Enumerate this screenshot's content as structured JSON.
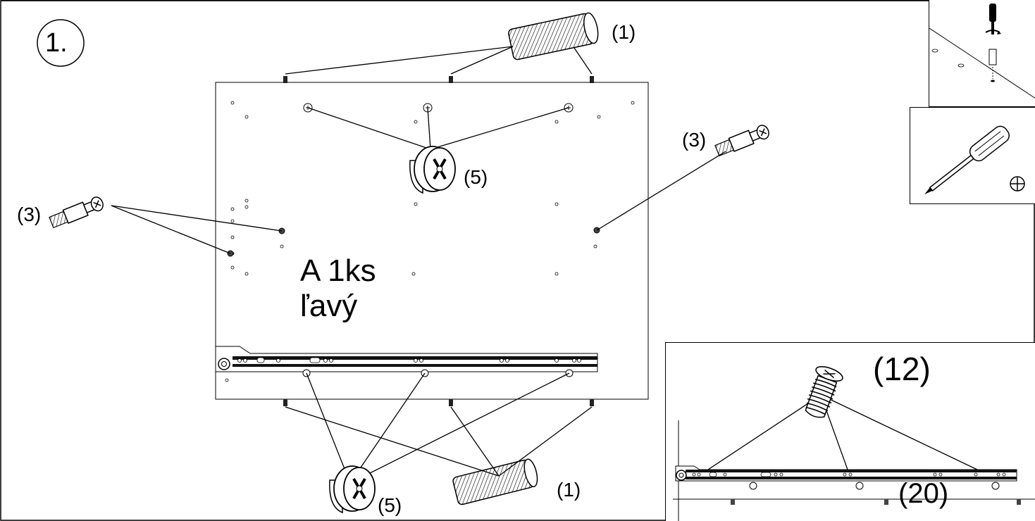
{
  "step": {
    "number": "1."
  },
  "panel": {
    "name_line1": "A 1ks",
    "name_line2": "ľavý"
  },
  "callouts": {
    "dowel_top": "(1)",
    "dowel_bottom": "(1)",
    "bolt_left": "(3)",
    "bolt_right": "(3)",
    "cam_top": "(5)",
    "cam_bottom": "(5)"
  },
  "detail": {
    "screw": "(12)",
    "rail": "(20)"
  },
  "icons": [
    "screwdriver-icon",
    "phillips-head-icon",
    "dowel-icon",
    "cam-lock-icon",
    "connector-bolt-icon",
    "drawer-rail-icon"
  ]
}
